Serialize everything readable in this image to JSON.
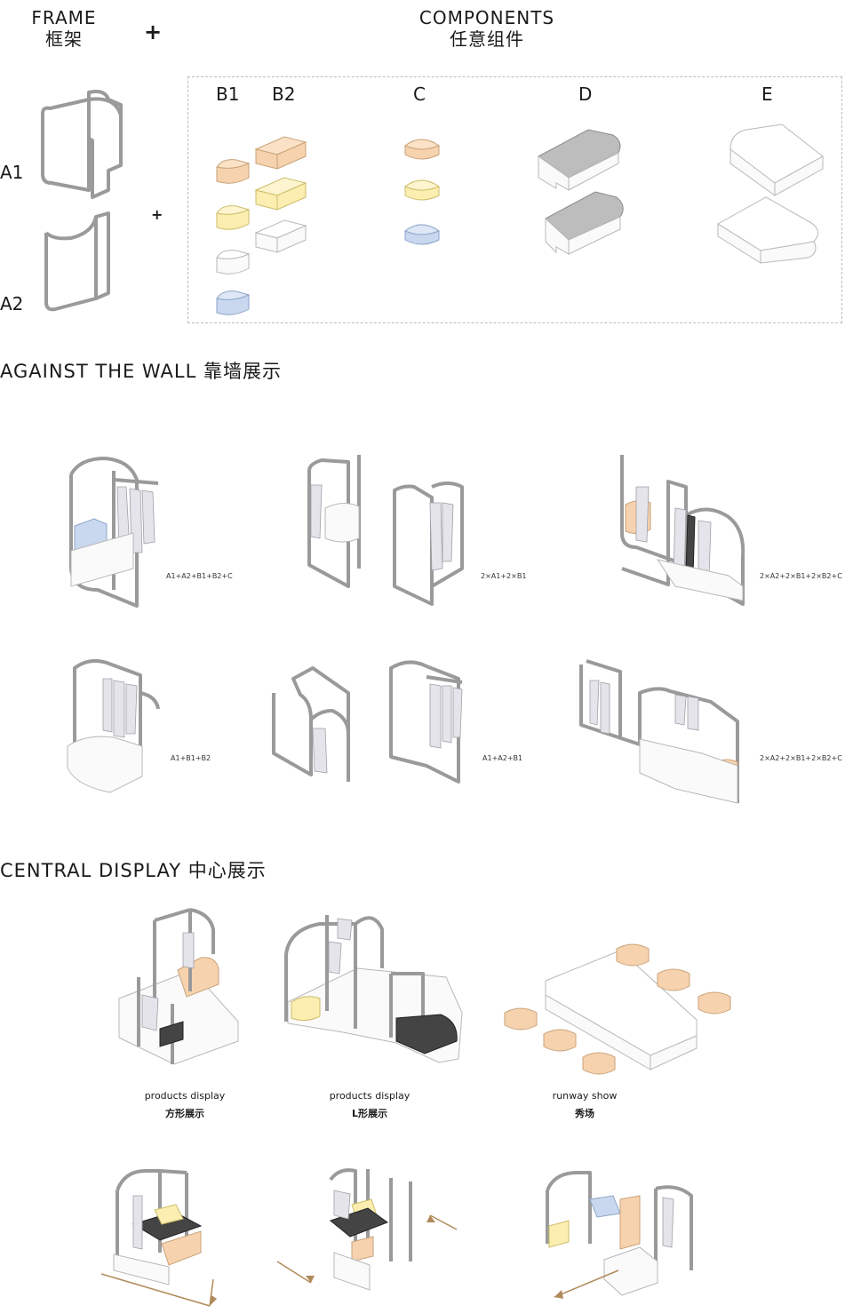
{
  "header": {
    "frame_en": "FRAME",
    "frame_cn": "框架",
    "plus": "+",
    "components_en": "COMPONENTS",
    "components_cn": "任意组件"
  },
  "frames": {
    "a1": "A1",
    "a2": "A2",
    "plus": "+"
  },
  "components": {
    "b1": "B1",
    "b2": "B2",
    "c": "C",
    "d": "D",
    "e": "E"
  },
  "against_wall": {
    "title": "AGAINST THE WALL 靠墙展示",
    "formulas": [
      "A1+A2+B1+B2+C",
      "2×A1+2×B1",
      "2×A2+2×B1+2×B2+C",
      "A1+B1+B2",
      "A1+A2+B1",
      "2×A2+2×B1+2×B2+C"
    ]
  },
  "central_display": {
    "title": "CENTRAL DISPLAY 中心展示",
    "captions": [
      {
        "en": "products display",
        "cn": "方形展示"
      },
      {
        "en": "products display",
        "cn": "L形展示"
      },
      {
        "en": "runway show",
        "cn": "秀场"
      }
    ]
  },
  "colors": {
    "frame": "#9a9a9a",
    "orange": "#f6d3ae",
    "yellow": "#fbeeb0",
    "blue": "#c9d8ef",
    "terrazzo": "#bdbdbd",
    "arrow": "#b08a5a"
  }
}
